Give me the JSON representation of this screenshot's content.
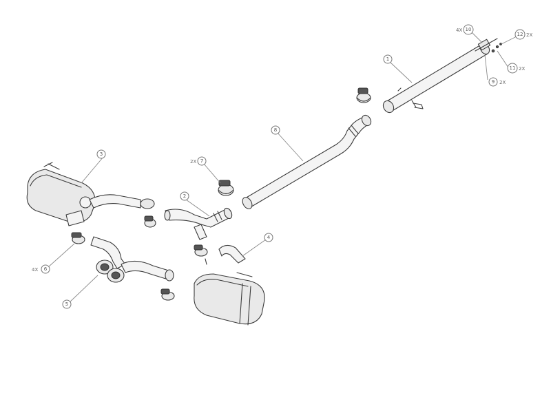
{
  "callouts": {
    "c1": "1",
    "c2": "2",
    "c3": "3",
    "c4": "4",
    "c5": "5",
    "c6": "6",
    "c7": "7",
    "c8": "8",
    "c9": "9",
    "c10": "10",
    "c11": "11",
    "c12": "12"
  },
  "quantities": {
    "q10": "4X",
    "q12": "2X",
    "q11": "2X",
    "q9": "2X",
    "q7": "2X",
    "q6": "4X"
  }
}
